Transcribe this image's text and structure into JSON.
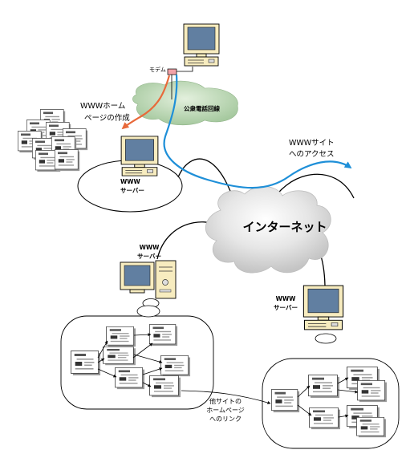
{
  "diagram": {
    "modem_label": "モデム",
    "telephone_network_label": "公衆電話回線",
    "home_page_creation_label": [
      "WWWホーム",
      "ページの作成"
    ],
    "site_access_label": [
      "WWWサイト",
      "へのアクセス"
    ],
    "internet_label": "インターネット",
    "servers": [
      {
        "label": [
          "WWW",
          "サーバー"
        ]
      },
      {
        "label": [
          "WWW",
          "サーバー"
        ]
      },
      {
        "label": [
          "WWW",
          "サーバー"
        ]
      }
    ],
    "link_label": [
      "他サイトの",
      "ホームページ",
      "へのリンク"
    ]
  },
  "icons": [
    "computer-icon",
    "modem-icon",
    "tower-computer-icon",
    "web-page-icon",
    "cloud-icon"
  ],
  "colors": {
    "telephone_cloud_light": "#e3f0dd",
    "telephone_cloud_dark": "#a6c99f",
    "internet_cloud_light": "#ffffff",
    "internet_cloud_dark": "#c4c4c4",
    "internet_text": "#e2361f",
    "access_line": "#1e8fd8",
    "upload_arrow": "#e8693a",
    "monitor_screen": "#617fa1",
    "computer_body": "#f7ecbf",
    "modem": "#f2a2a8"
  }
}
